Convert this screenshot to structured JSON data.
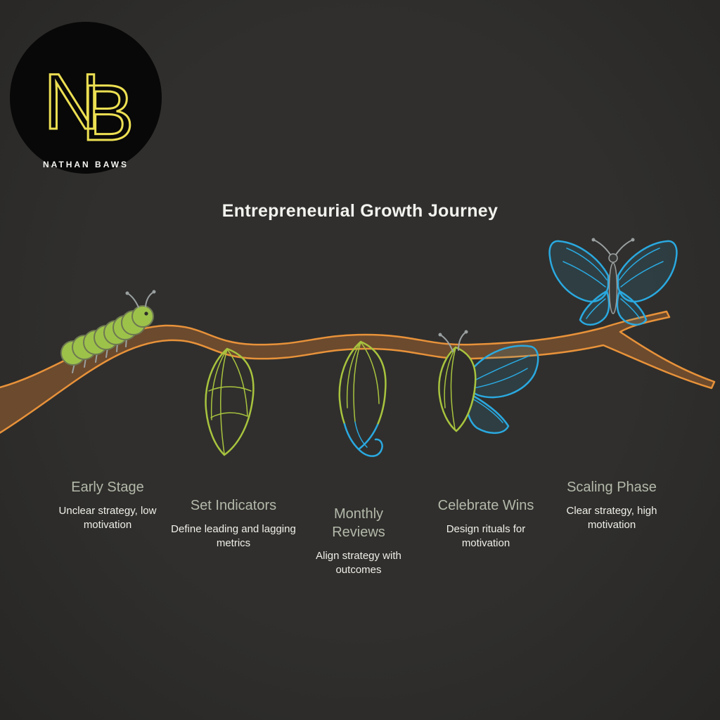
{
  "brand": {
    "monogram": {
      "n": "N",
      "b": "B"
    },
    "name": "NATHAN BAWS"
  },
  "title": "Entrepreneurial Growth Journey",
  "stages": [
    {
      "title": "Early Stage",
      "description": "Unclear strategy, low motivation"
    },
    {
      "title": "Set Indicators",
      "description": "Define leading and lagging metrics"
    },
    {
      "title": "Monthly Reviews",
      "description": "Align strategy with outcomes"
    },
    {
      "title": "Celebrate Wins",
      "description": "Design rituals for motivation"
    },
    {
      "title": "Scaling Phase",
      "description": "Clear strategy, high motivation"
    }
  ],
  "icons": [
    "caterpillar-icon",
    "chrysalis-green-icon",
    "chrysalis-transition-icon",
    "emerging-butterfly-icon",
    "butterfly-icon",
    "branch"
  ],
  "colors": {
    "background": "#2d2c2a",
    "logo_yellow": "#ecdf52",
    "branch_brown": "#6b4a2e",
    "branch_orange": "#e8923a",
    "accent_green": "#a8c43e",
    "caterpillar_green": "#9dc24a",
    "accent_blue": "#2aa9e0",
    "stage_title": "#b3b9aa",
    "text": "#efefe9"
  }
}
